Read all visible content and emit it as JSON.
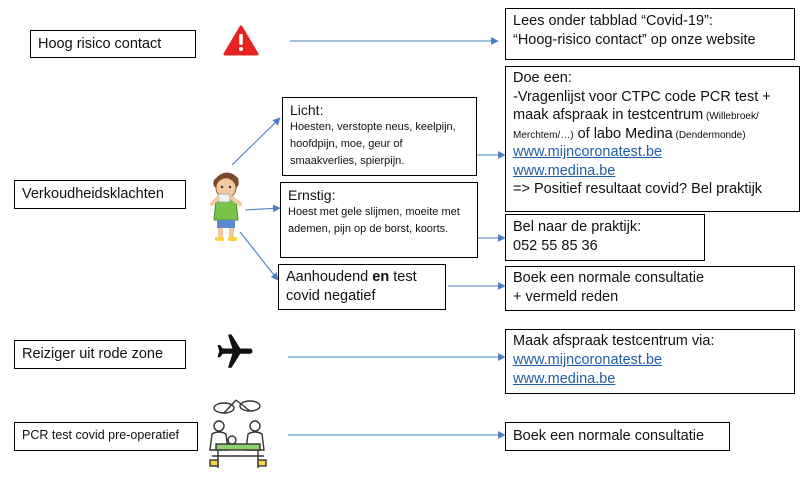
{
  "colors": {
    "arrow": "#4a7fc1",
    "warning": "#e52421",
    "link": "#1f5fa8"
  },
  "categories": {
    "high_risk": "Hoog risico contact",
    "cold_symptoms": "Verkoudheidsklachten",
    "traveler": "Reiziger uit rode zone",
    "pre_op": "PCR test covid pre-operatief"
  },
  "severity": {
    "light": {
      "title": "Licht:",
      "text": "Hoesten, verstopte neus, keelpijn, hoofdpijn, moe, geur of smaakverlies, spierpijn."
    },
    "serious": {
      "title": "Ernstig:",
      "text": "Hoest met gele slijmen, moeite met ademen, pijn op de borst, koorts."
    },
    "persistent": {
      "pre": "Aanhoudend ",
      "bold": "en",
      "post": " test covid negatief"
    }
  },
  "actions": {
    "high_risk": {
      "line1": "Lees onder tabblad “Covid-19”:",
      "line2": "“Hoog-risico contact” op onze website"
    },
    "light": {
      "line1": "Doe een:",
      "line2": "-Vragenlijst voor CTPC code PCR test +",
      "line3": "maak afspraak in testcentrum",
      "line3_small": " (Willebroek/ Merchtem/…)",
      "line4": " of labo Medina",
      "line4_small": " (Dendermonde)",
      "link1": "www.mijncoronatest.be",
      "link2": "www.medina.be",
      "line5": "=> Positief resultaat covid? Bel praktijk"
    },
    "serious": {
      "line1": "Bel naar de praktijk:",
      "phone": "052 55 85 36"
    },
    "persistent": {
      "line1": "Boek een normale consultatie",
      "line2": "+ vermeld reden"
    },
    "traveler": {
      "line1": "Maak afspraak testcentrum via:",
      "link1": "www.mijncoronatest.be",
      "link2": "www.medina.be"
    },
    "pre_op": {
      "line1": "Boek een normale consultatie"
    }
  },
  "icons": {
    "warning": "warning-triangle-icon",
    "child": "sick-child-icon",
    "plane": "airplane-icon",
    "surgery": "surgery-icon"
  }
}
